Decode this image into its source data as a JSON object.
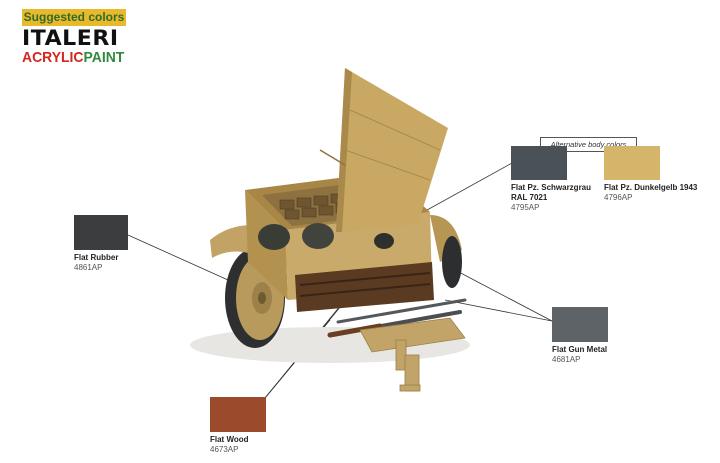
{
  "header": {
    "banner": "Suggested colors",
    "brand": "ITALERI",
    "sub_part1": "ACRYLIC",
    "sub_part2": "PAINT"
  },
  "alt_caption": "Alternative body colors",
  "swatches": [
    {
      "name": "Flat Rubber",
      "code": "4861AP",
      "color": "#3c3d3f"
    },
    {
      "name": "Flat Pz. Schwarzgrau",
      "name2": "RAL 7021",
      "code": "4795AP",
      "color": "#4a5157"
    },
    {
      "name": "Flat Pz. Dunkelgelb 1943",
      "code": "4796AP",
      "color": "#d4b56a"
    },
    {
      "name": "Flat Gun Metal",
      "code": "4681AP",
      "color": "#5d6367"
    },
    {
      "name": "Flat Wood",
      "code": "4673AP",
      "color": "#9b4a2c"
    }
  ]
}
